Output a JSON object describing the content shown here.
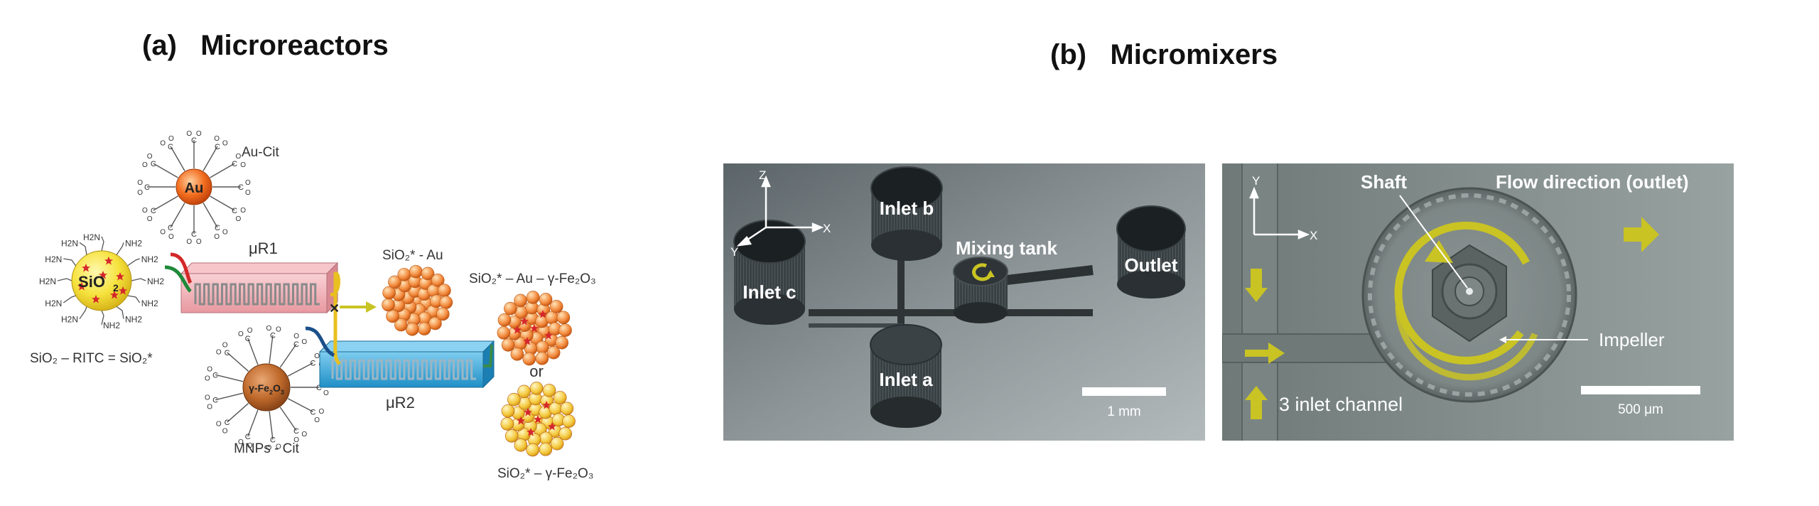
{
  "panel_a": {
    "label": "(a)",
    "title": "Microreactors",
    "sio2_core": "SiO",
    "sio2_sub": "2",
    "nh2": "NH",
    "nh2_sub": "2",
    "h2n": "H",
    "h2n_mid": "2",
    "h2n_end": "N",
    "au_core": "Au",
    "au_label": "Au-Cit",
    "fe_core": "γ-Fe",
    "fe_sub1": "2",
    "fe_o": "O",
    "fe_sub2": "3",
    "mnps_label": "MNPs - Cit",
    "sio2_ritc_label": "SiO₂ – RITC = SiO₂*",
    "ur1": "μR1",
    "ur2": "μR2",
    "product1": "SiO₂* - Au",
    "product2": "SiO₂* – Au – γ-Fe₂O₃",
    "or": "or",
    "product3": "SiO₂* – γ-Fe₂O₃",
    "cit_group": "O=C"
  },
  "panel_b": {
    "label": "(b)",
    "title": "Micromixers",
    "left_image": {
      "axis_z": "Z",
      "axis_x": "X",
      "axis_y": "Y",
      "inlet_a": "Inlet a",
      "inlet_b": "Inlet b",
      "inlet_c": "Inlet c",
      "mixing_tank": "Mixing tank",
      "outlet": "Outlet",
      "scale": "1 mm"
    },
    "right_image": {
      "axis_y": "Y",
      "axis_x": "X",
      "shaft": "Shaft",
      "flow_direction": "Flow direction (outlet)",
      "impeller": "Impeller",
      "inlet_channel": "3 inlet channel",
      "scale": "500 μm"
    }
  },
  "colors": {
    "arrow_yellow": "#c9c324",
    "ur1_pink": "#f2b3b8",
    "ur2_blue": "#39a9db",
    "au_orange": "#f26d1f",
    "fe_brown": "#c06a2c",
    "sio2_yellow": "#f6e23d",
    "star_red": "#d6262b"
  }
}
